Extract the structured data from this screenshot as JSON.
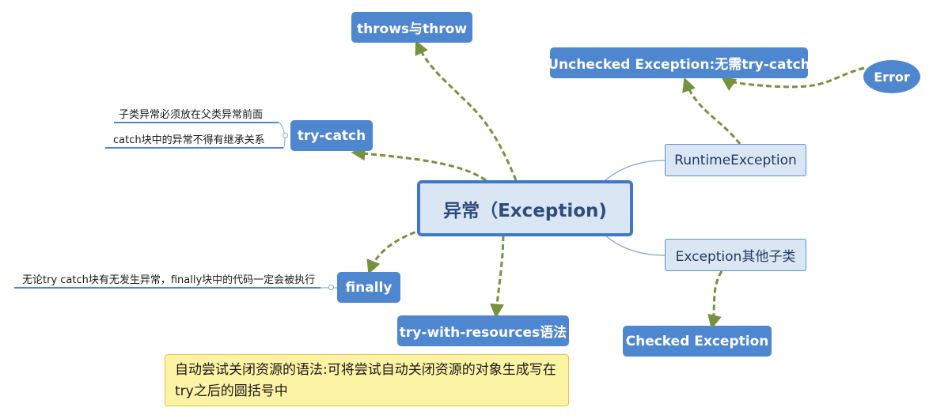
{
  "central": {
    "label": "异常（Exception)"
  },
  "nodes": {
    "throws": "throws与throw",
    "unchecked": "Unchecked Exception:无需try-catch",
    "error": "Error",
    "try_catch": "try-catch",
    "runtime": "RuntimeException",
    "other": "Exception其他子类",
    "checked": "Checked Exception",
    "finally": "finally",
    "try_with_resources": "try-with-resources语法"
  },
  "notes": {
    "try_catch": [
      "子类异常必须放在父类异常前面",
      "catch块中的异常不得有继承关系"
    ],
    "finally": "无论try catch块有无发生异常，finally块中的代码一定会被执行"
  },
  "callout": {
    "line1": "自动尝试关闭资源的语法:可将尝试自动关闭资源的对象生成写在",
    "line2": "try之后的圆括号中"
  },
  "colors": {
    "node_fill": "#4f86d0",
    "light_fill": "#dbe6f4",
    "central_border": "#3f78c8",
    "arrow": "#76923c",
    "callout_fill": "#fdf3a5",
    "note_line": "#4f86d0"
  }
}
